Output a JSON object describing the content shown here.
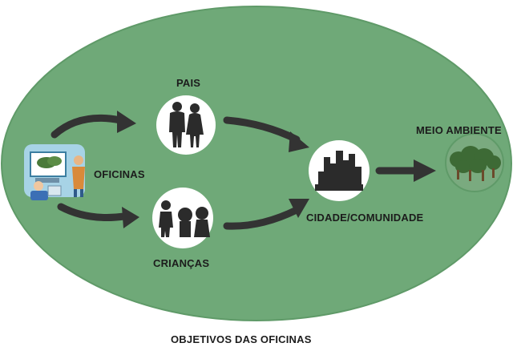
{
  "diagram": {
    "caption": "OBJETIVOS DAS OFICINAS",
    "nodes": {
      "oficinas": "OFICINAS",
      "pais": "PAIS",
      "criancas": "CRIANÇAS",
      "cidade": "CIDADE/COMUNIDADE",
      "meio_ambiente": "MEIO AMBIENTE"
    },
    "colors": {
      "ellipse": "#6fa978",
      "ellipse_edge": "#5f9a68",
      "node_fill": "#ffffff",
      "arrow": "#333333",
      "env_circle": "#7aaa7f"
    }
  }
}
